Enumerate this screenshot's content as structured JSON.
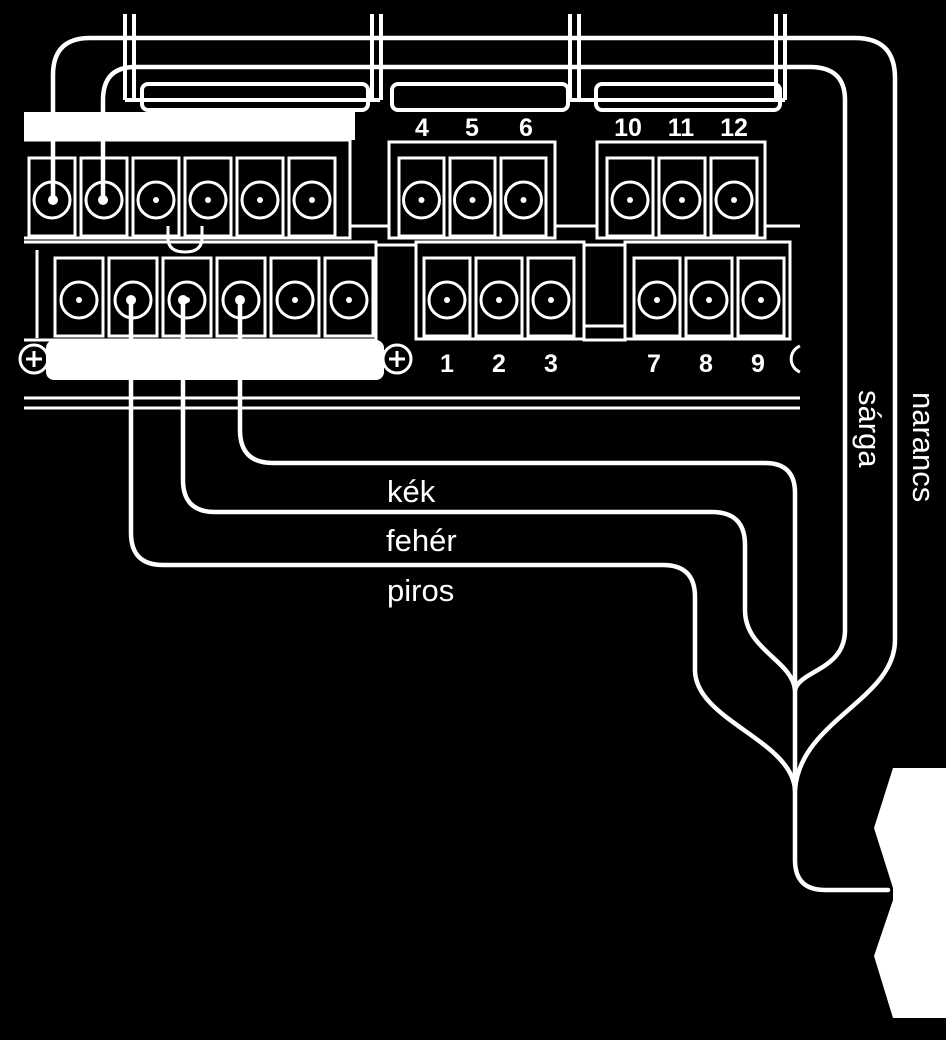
{
  "colors": {
    "background": "#000000",
    "foreground": "#ffffff"
  },
  "terminal_numbers": {
    "top": [
      "4",
      "5",
      "6",
      "10",
      "11",
      "12"
    ],
    "bottom": [
      "1",
      "2",
      "3",
      "7",
      "8",
      "9"
    ]
  },
  "wire_labels": {
    "blue": "kék",
    "white": "fehér",
    "red": "piros",
    "yellow": "sárga",
    "orange": "narancs"
  },
  "icons": [
    "screw-terminal-icon",
    "plus-screw-icon"
  ]
}
